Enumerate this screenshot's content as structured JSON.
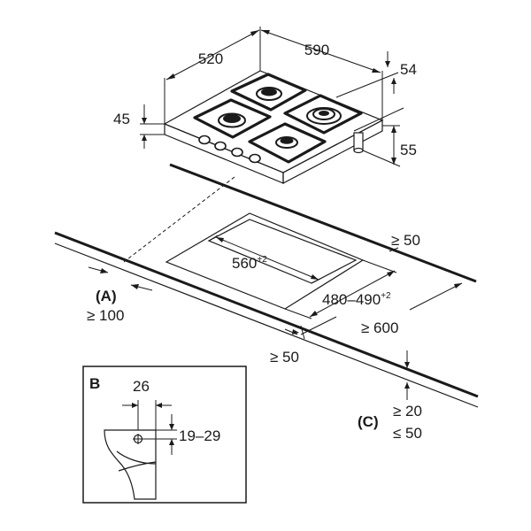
{
  "hob": {
    "depth": "520",
    "width": "590",
    "gas_connection_offset": "54",
    "hob_height": "45",
    "connection_height": "55"
  },
  "cutout": {
    "width": "560",
    "width_tol": "+2",
    "depth": "480–490",
    "depth_tol": "+2",
    "rear_clearance": "≥ 50",
    "side_clearance": "≥ 50",
    "min_length": "≥ 600"
  },
  "labels": {
    "a_marker": "(A)",
    "a_value": "≥ 100",
    "c_marker": "(C)",
    "c_min": "≥ 20",
    "c_max": "≤ 50"
  },
  "detail_b": {
    "marker": "B",
    "width": "26",
    "height_range": "19–29"
  }
}
